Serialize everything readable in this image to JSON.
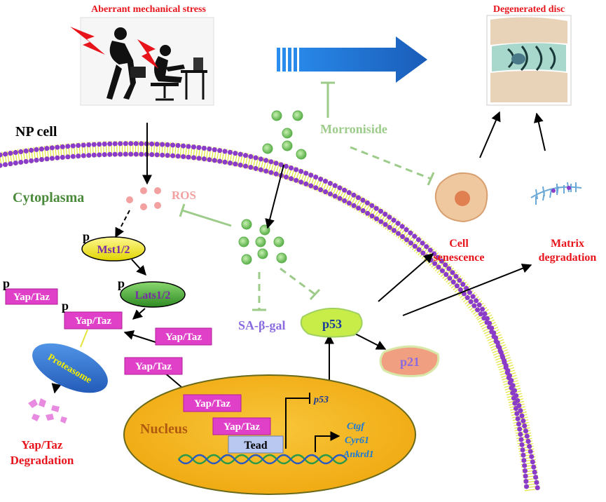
{
  "labels": {
    "stress_title": "Aberrant mechanical stress",
    "disc_title": "Degenerated disc",
    "np_cell": "NP cell",
    "cytoplasma": "Cytoplasma",
    "ros": "ROS",
    "morroniside": "Morroniside",
    "mst": "Mst1/2",
    "lats": "Lats1/2",
    "p_mark": "p",
    "yap_taz": "Yap/Taz",
    "proteasome": "Proteasome",
    "degradation_line1": "Yap/Taz",
    "degradation_line2": "Degradation",
    "sa_beta_gal": "SA-β-gal",
    "p53": "p53",
    "p21": "p21",
    "nucleus": "Nucleus",
    "tead": "Tead",
    "gene_p53": "p53",
    "gene_ctgf": "Ctgf",
    "gene_cyr61": "Cyr61",
    "gene_ankrd1": "Ankrd1",
    "cell_senescence_line1": "Cell",
    "cell_senescence_line2": "senescence",
    "matrix_degradation_line1": "Matrix",
    "matrix_degradation_line2": "degradation"
  },
  "colors": {
    "red_title": "#e8141b",
    "membrane_head": "#8a3cc8",
    "membrane_tail": "#e4e43a",
    "green_inhibit": "#9ccb8a",
    "ros_pink": "#f2a0a0",
    "kinase_yellow": "#f4f000",
    "kinase_green": "#3a9a2a",
    "yap_magenta": "#e040c8",
    "nucleus_fill": "#f4b81a",
    "proteasome_blue": "#2a6ccf",
    "gene_blue": "#1a7ad6",
    "sa_gal_purple": "#8a6be0",
    "p53_fill": "#c8ec48",
    "p21_fill": "#f0a080",
    "arrow_blue": "#1a6fd0"
  }
}
